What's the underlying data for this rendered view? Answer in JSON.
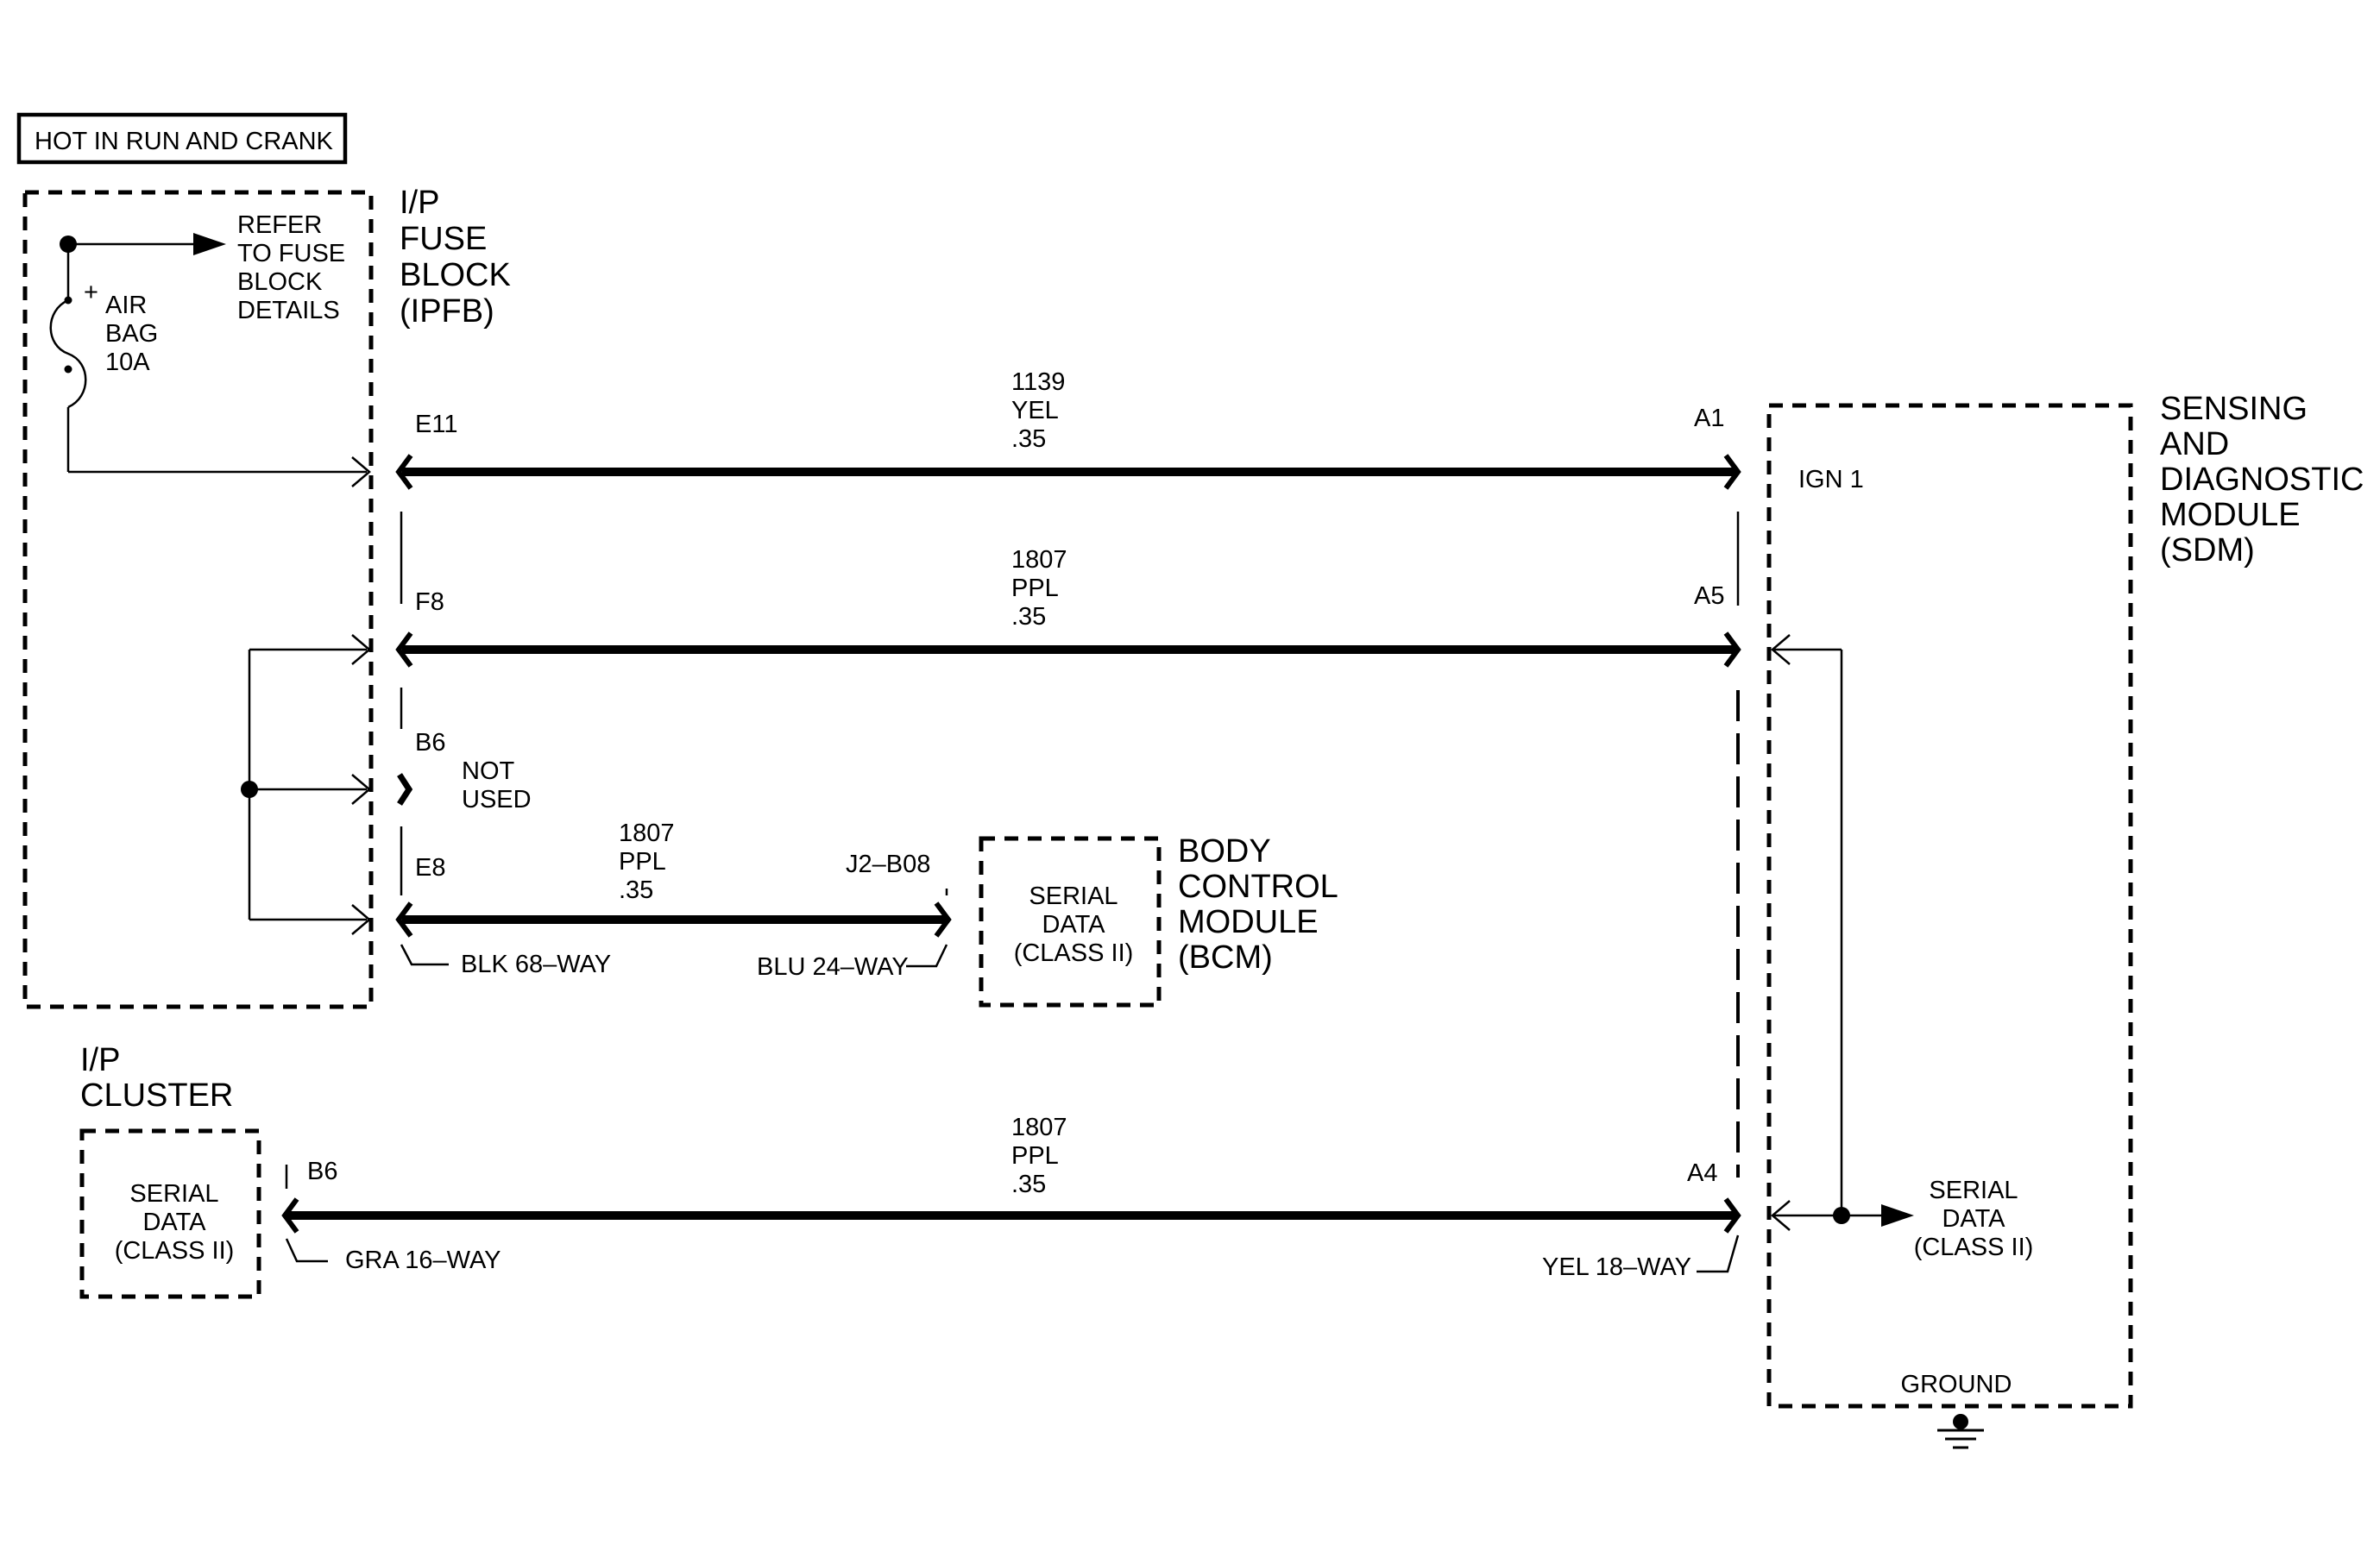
{
  "header": {
    "title": "HOT IN RUN AND CRANK"
  },
  "ipfb": {
    "title_lines": [
      "I/P",
      "FUSE",
      "BLOCK",
      "(IPFB)"
    ],
    "refer_lines": [
      "REFER",
      "TO FUSE",
      "BLOCK",
      "DETAILS"
    ],
    "fuse_plus": "+",
    "fuse_lines": [
      "AIR",
      "BAG",
      "10A"
    ],
    "pins": {
      "e11": "E11",
      "f8": "F8",
      "b6": "B6",
      "e8": "E8"
    },
    "not_used_lines": [
      "NOT",
      "USED"
    ],
    "connector": "BLK 68–WAY"
  },
  "sdm": {
    "title_lines": [
      "SENSING",
      "AND",
      "DIAGNOSTIC",
      "MODULE",
      "(SDM)"
    ],
    "pins": {
      "a1": "A1",
      "a5": "A5",
      "a4": "A4"
    },
    "ign": "IGN 1",
    "serial_lines": [
      "SERIAL",
      "DATA",
      "(CLASS II)"
    ],
    "ground": "GROUND",
    "connector": "YEL 18–WAY"
  },
  "bcm": {
    "title_lines": [
      "BODY",
      "CONTROL",
      "MODULE",
      "(BCM)"
    ],
    "serial_lines": [
      "SERIAL",
      "DATA",
      "(CLASS II)"
    ],
    "pin": "J2–B08",
    "connector": "BLU 24–WAY"
  },
  "cluster": {
    "title_lines": [
      "I/P",
      "CLUSTER"
    ],
    "serial_lines": [
      "SERIAL",
      "DATA",
      "(CLASS II)"
    ],
    "pin": "B6",
    "connector": "GRA 16–WAY"
  },
  "wires": {
    "w1139": [
      "1139",
      "YEL",
      ".35"
    ],
    "w1807_sdm": [
      "1807",
      "PPL",
      ".35"
    ],
    "w1807_bcm": [
      "1807",
      "PPL",
      ".35"
    ],
    "w1807_cluster": [
      "1807",
      "PPL",
      ".35"
    ]
  }
}
